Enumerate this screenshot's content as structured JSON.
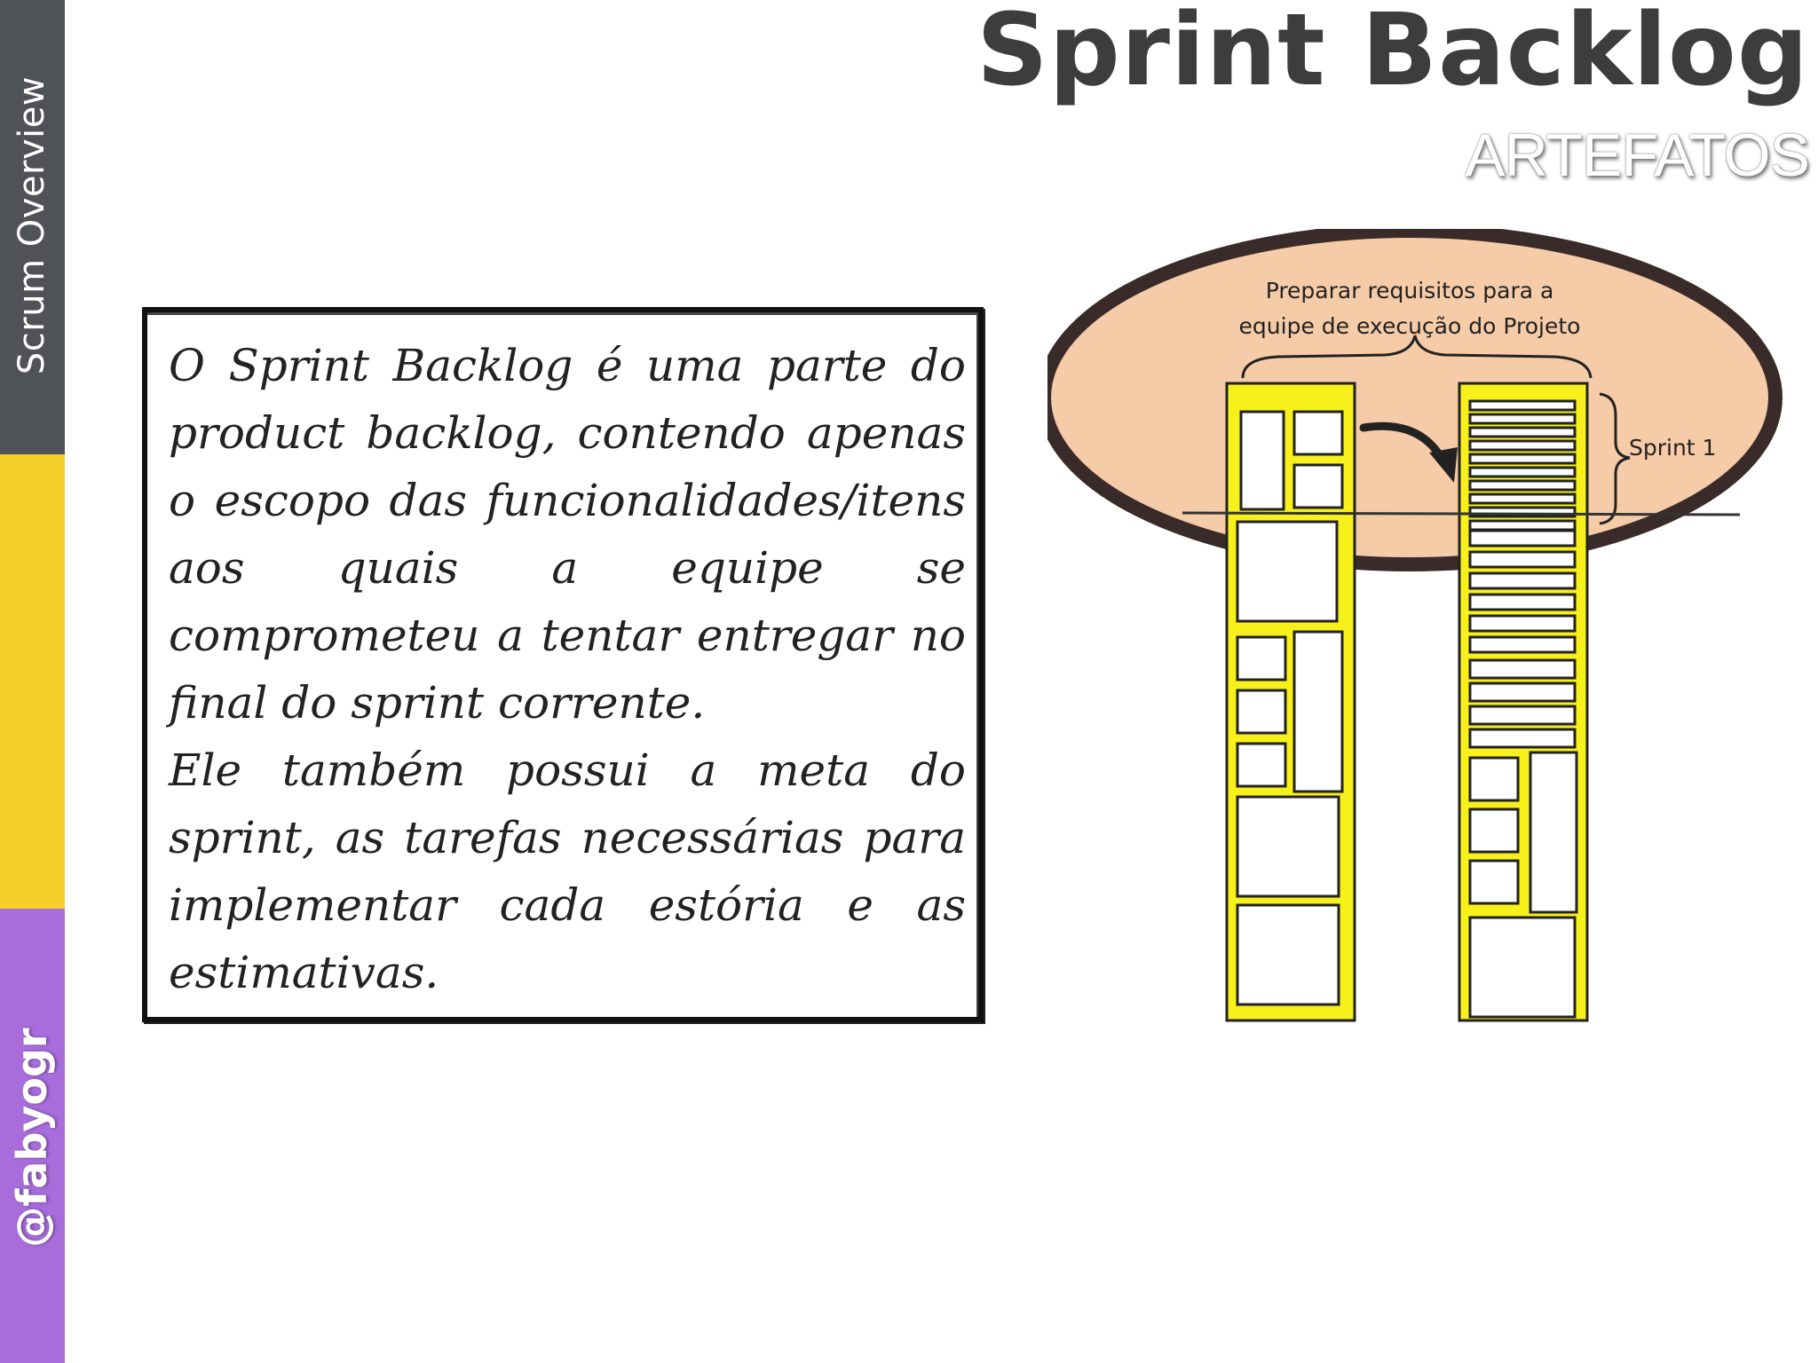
{
  "sidebar": {
    "top_label": "Scrum Overview",
    "bottom_label": "@fabyogr",
    "colors": {
      "top": "#4f5256",
      "middle": "#f5cf2a",
      "bottom": "#a86ddb"
    }
  },
  "header": {
    "title": "Sprint Backlog",
    "subtitle": "ARTEFATOS"
  },
  "body": {
    "paragraph_1": "O Sprint Backlog é uma parte do product backlog, contendo apenas o escopo das funcionalidades/itens aos quais a equipe se comprometeu a tentar entregar no final do sprint corrente.",
    "paragraph_2": "Ele também possui a meta do sprint, as tarefas necessárias para implementar cada estória e as estimativas."
  },
  "diagram": {
    "oval_label_line_1": "Preparar requisitos para a",
    "oval_label_line_2": "equipe de execução do Projeto",
    "sprint_label": "Sprint 1",
    "colors": {
      "oval_fill": "#f6cba7",
      "oval_stroke": "#3a2b2b",
      "column_fill": "#f7f01a"
    }
  }
}
